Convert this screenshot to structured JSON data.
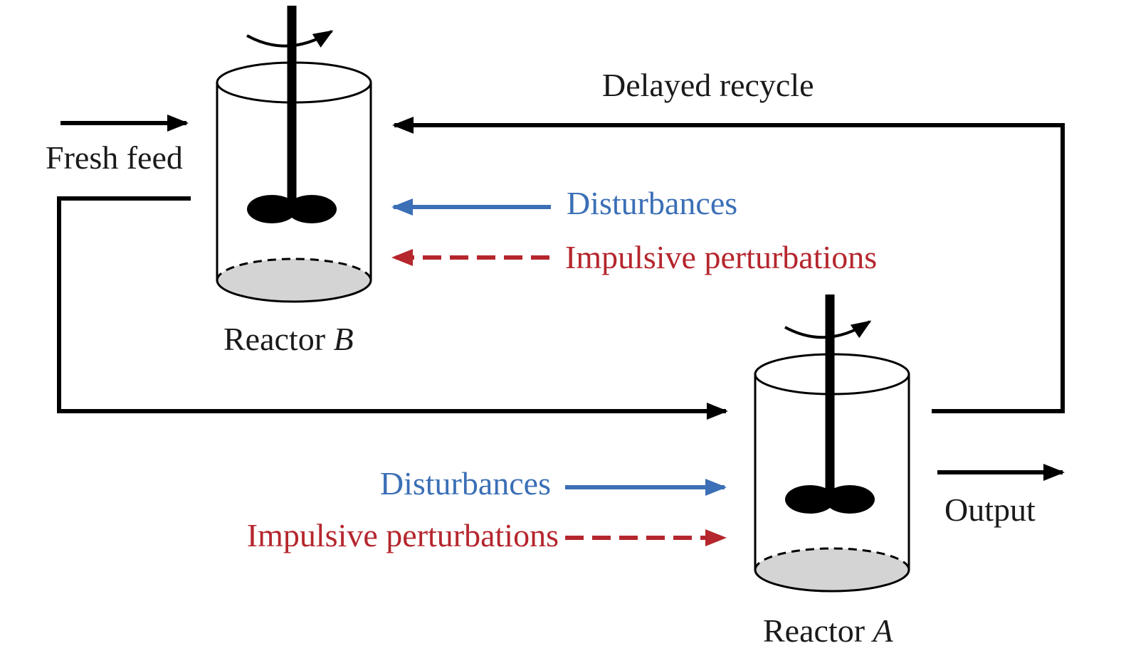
{
  "labels": {
    "fresh_feed": "Fresh feed",
    "delayed_recycle": "Delayed recycle",
    "output": "Output"
  },
  "reactor_b": {
    "name": "Reactor",
    "letter": "B",
    "disturbances": "Disturbances",
    "impulsive": "Impulsive perturbations"
  },
  "reactor_a": {
    "name": "Reactor",
    "letter": "A",
    "disturbances": "Disturbances",
    "impulsive": "Impulsive perturbations"
  },
  "colors": {
    "line": "#000000",
    "disturbance": "#3b6fb6",
    "impulsive": "#b5262d",
    "reactor_base": "#d4d4d4"
  }
}
